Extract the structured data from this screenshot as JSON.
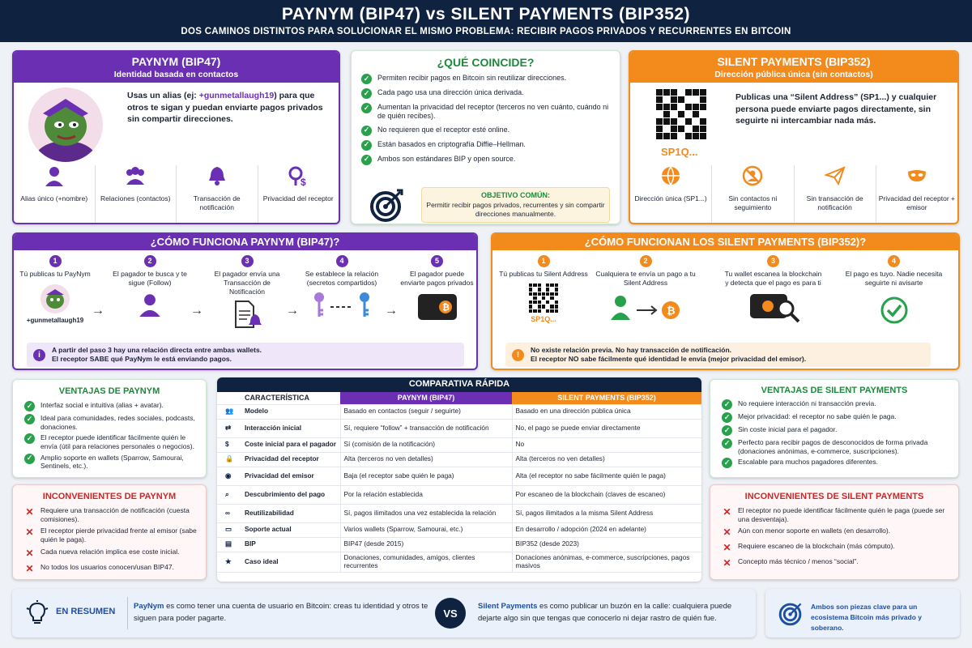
{
  "title": "PAYNYM (BIP47) vs SILENT PAYMENTS (BIP352)",
  "subtitle": "DOS CAMINOS DISTINTOS PARA SOLUCIONAR EL MISMO PROBLEMA: RECIBIR PAGOS PRIVADOS Y RECURRENTES EN BITCOIN",
  "paynym": {
    "title": "PAYNYM (BIP47)",
    "sub": "Identidad basada en contactos",
    "desc_pre": "Usas un alias (ej: ",
    "alias": "+gunmetallaugh19",
    "desc_post": ") para que otros te sigan y puedan enviarte pagos privados sin compartir direcciones.",
    "features": [
      {
        "icon": "user-icon",
        "label": "Alias único (+nombre)"
      },
      {
        "icon": "users-icon",
        "label": "Relaciones (contactos)"
      },
      {
        "icon": "bell-icon",
        "label": "Transacción de notificación"
      },
      {
        "icon": "privacy-icon",
        "label": "Privacidad del receptor"
      }
    ]
  },
  "common": {
    "title": "¿QUÉ COINCIDE?",
    "items": [
      "Permiten recibir pagos en Bitcoin sin reutilizar direcciones.",
      "Cada pago usa una dirección única derivada.",
      "Aumentan la privacidad del receptor (terceros no ven cuánto, cuándo ni de quién recibes).",
      "No requieren que el receptor esté online.",
      "Están basados en criptografía Diffie–Hellman.",
      "Ambos son estándares BIP y open source."
    ],
    "goal_title": "OBJETIVO COMÚN:",
    "goal_text": "Permitir recibir pagos privados, recurrentes y sin compartir direcciones manualmente."
  },
  "silent": {
    "title": "SILENT PAYMENTS (BIP352)",
    "sub": "Dirección pública única (sin contactos)",
    "qr_label": "SP1Q...",
    "desc": "Publicas una “Silent Address” (SP1...) y cualquier persona puede enviarte pagos directamente, sin seguirte ni intercambiar nada más.",
    "features": [
      {
        "icon": "globe-icon",
        "label": "Dirección única (SP1...)"
      },
      {
        "icon": "no-contacts-icon",
        "label": "Sin contactos ni seguimiento"
      },
      {
        "icon": "paper-plane-icon",
        "label": "Sin transacción de notificación"
      },
      {
        "icon": "mask-icon",
        "label": "Privacidad del receptor + emisor"
      }
    ]
  },
  "how_paynym": {
    "title": "¿CÓMO FUNCIONA PAYNYM (BIP47)?",
    "steps": [
      {
        "n": "1",
        "text": "Tú publicas tu PayNym",
        "caption": "+gunmetallaugh19"
      },
      {
        "n": "2",
        "text": "El pagador te busca y te sigue (Follow)"
      },
      {
        "n": "3",
        "text": "El pagador envía una Transacción de Notificación"
      },
      {
        "n": "4",
        "text": "Se establece la relación (secretos compartidos)"
      },
      {
        "n": "5",
        "text": "El pagador puede enviarte pagos privados"
      }
    ],
    "note": "A partir del paso 3 hay una relación directa entre ambas wallets.\nEl receptor SABE qué PayNym le está enviando pagos."
  },
  "how_silent": {
    "title": "¿CÓMO FUNCIONAN LOS SILENT PAYMENTS (BIP352)?",
    "steps": [
      {
        "n": "1",
        "text": "Tú publicas tu Silent Address",
        "caption": "SP1Q..."
      },
      {
        "n": "2",
        "text": "Cualquiera te envía un pago a tu Silent Address"
      },
      {
        "n": "3",
        "text": "Tu wallet escanea la blockchain y detecta que el pago es para ti"
      },
      {
        "n": "4",
        "text": "El pago es tuyo. Nadie necesita seguirte ni avisarte"
      }
    ],
    "note": "No existe relación previa. No hay transacción de notificación.\nEl receptor NO sabe fácilmente qué identidad le envía (mejor privacidad del emisor)."
  },
  "pros_paynym": {
    "title": "VENTAJAS DE PAYNYM",
    "items": [
      "Interfaz social e intuitiva (alias + avatar).",
      "Ideal para comunidades, redes sociales, podcasts, donaciones.",
      "El receptor puede identificar fácilmente quién le envía (útil para relaciones personales o negocios).",
      "Amplio soporte en wallets (Sparrow, Samourai, Sentinels, etc.)."
    ]
  },
  "cons_paynym": {
    "title": "INCONVENIENTES DE PAYNYM",
    "items": [
      "Requiere una transacción de notificación (cuesta comisiones).",
      "El receptor pierde privacidad frente al emisor (sabe quién le paga).",
      "Cada nueva relación implica ese coste inicial.",
      "No todos los usuarios conocen/usan BIP47."
    ]
  },
  "table": {
    "title": "COMPARATIVA RÁPIDA",
    "headers": [
      "CARACTERÍSTICA",
      "PAYNYM (BIP47)",
      "SILENT PAYMENTS (BIP352)"
    ],
    "rows": [
      {
        "icon": "users-icon",
        "k": "Modelo",
        "a": "Basado en contactos (seguir / seguirte)",
        "b": "Basado en una dirección pública única"
      },
      {
        "icon": "arrows-icon",
        "k": "Interacción inicial",
        "a": "Sí, requiere “follow” + transacción de notificación",
        "b": "No, el pago se puede enviar directamente"
      },
      {
        "icon": "dollar-icon",
        "k": "Coste inicial para el pagador",
        "a": "Sí (comisión de la notificación)",
        "b": "No"
      },
      {
        "icon": "lock-icon",
        "k": "Privacidad del receptor",
        "a": "Alta (terceros no ven detalles)",
        "b": "Alta (terceros no ven detalles)"
      },
      {
        "icon": "mask-icon",
        "k": "Privacidad del emisor",
        "a": "Baja (el receptor sabe quién le paga)",
        "b": "Alta (el receptor no sabe fácilmente quién le paga)"
      },
      {
        "icon": "search-icon",
        "k": "Descubrimiento del pago",
        "a": "Por la relación establecida",
        "b": "Por escaneo de la blockchain (claves de escaneo)"
      },
      {
        "icon": "infinity-icon",
        "k": "Reutilizabilidad",
        "a": "Sí, pagos ilimitados una vez establecida la relación",
        "b": "Sí, pagos ilimitados a la misma Silent Address"
      },
      {
        "icon": "monitor-icon",
        "k": "Soporte actual",
        "a": "Varios wallets (Sparrow, Samourai, etc.)",
        "b": "En desarrollo / adopción (2024 en adelante)"
      },
      {
        "icon": "document-icon",
        "k": "BIP",
        "a": "BIP47 (desde 2015)",
        "b": "BIP352 (desde 2023)"
      },
      {
        "icon": "star-icon",
        "k": "Caso ideal",
        "a": "Donaciones, comunidades, amigos, clientes recurrentes",
        "b": "Donaciones anónimas, e-commerce, suscripciones, pagos masivos"
      }
    ]
  },
  "pros_silent": {
    "title": "VENTAJAS DE SILENT PAYMENTS",
    "items": [
      "No requiere interacción ni transacción previa.",
      "Mejor privacidad: el receptor no sabe quién le paga.",
      "Sin coste inicial para el pagador.",
      "Perfecto para recibir pagos de desconocidos de forma privada (donaciones anónimas, e-commerce, suscripciones).",
      "Escalable para muchos pagadores diferentes."
    ]
  },
  "cons_silent": {
    "title": "INCONVENIENTES DE SILENT PAYMENTS",
    "items": [
      "El receptor no puede identificar fácilmente quién le paga (puede ser una desventaja).",
      "Aún con menor soporte en wallets (en desarrollo).",
      "Requiere escaneo de la blockchain (más cómputo).",
      "Concepto más técnico / menos “social”."
    ]
  },
  "summary": {
    "label": "EN RESUMEN",
    "paynym_bold": "PayNym",
    "paynym_text": " es como tener una cuenta de usuario en Bitcoin: creas tu identidad y otros te siguen para poder pagarte.",
    "vs": "VS",
    "silent_bold": "Silent Payments",
    "silent_text": " es como publicar un buzón en la calle: cualquiera puede dejarte algo sin que tengas que conocerlo ni dejar rastro de quién fue.",
    "closing": "Ambos son piezas clave para un ecosistema Bitcoin más privado y soberano."
  },
  "colors": {
    "purple": "#6a2fb3",
    "orange": "#f28a1c",
    "navy": "#0f2240",
    "green": "#27a24a",
    "red": "#d02525"
  }
}
